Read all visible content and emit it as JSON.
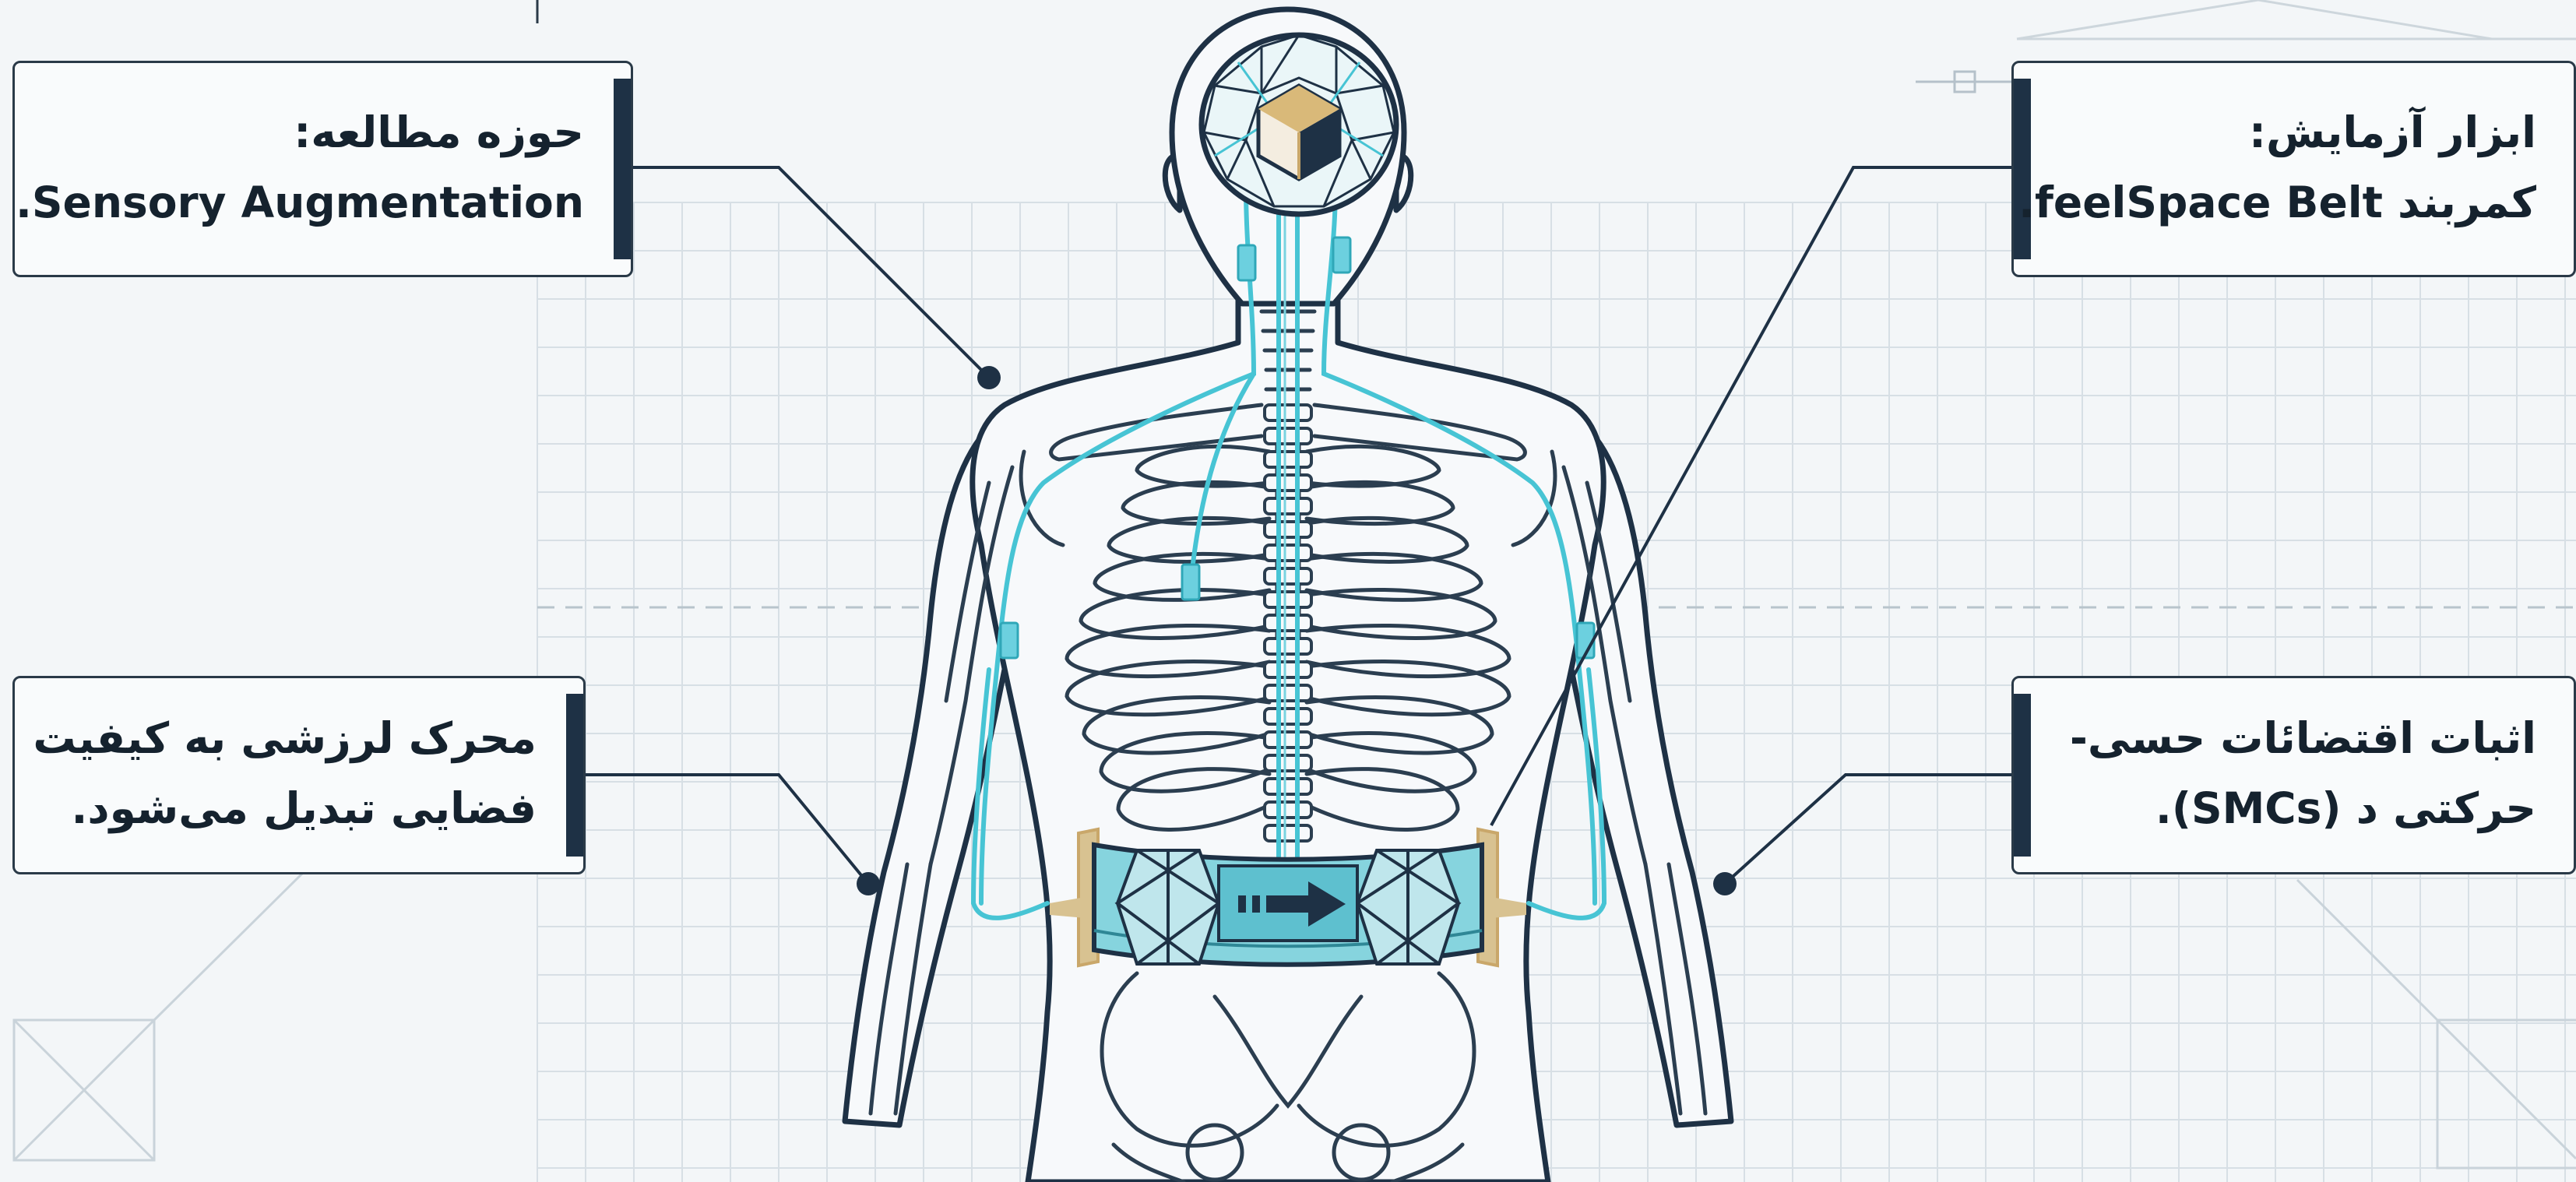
{
  "callouts": {
    "study_field": {
      "title": "حوزه مطالعه:",
      "text": "Sensory Augmentation."
    },
    "test_tool": {
      "title": "ابزار آزمایش:",
      "text": "کمربند feelSpace Belt."
    },
    "vibration_motor": {
      "line1": "محرک لرزشی به کیفیت",
      "line2": "فضایی تبدیل می‌شود."
    },
    "smc_proof": {
      "line1": "اثبات اقتضائات حسی-",
      "line2": "حرکتی د (SMCs)."
    }
  },
  "colors": {
    "background": "#f3f6f8",
    "grid": "#d6dee4",
    "outline": "#1e3145",
    "nerve": "#47c4d4",
    "belt": "#7fd3de",
    "belt_dark": "#2f8796",
    "gold": "#c9a76a",
    "arrow": "#1e3145"
  },
  "icons": {
    "brain": "geodesic-brain-icon",
    "belt_arrow": "direction-arrow-icon",
    "belt_module": "geodesic-module-icon"
  }
}
